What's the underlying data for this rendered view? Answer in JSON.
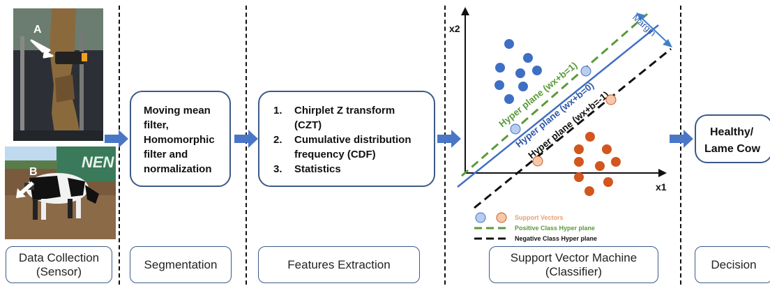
{
  "photos": {
    "top_label": "A",
    "bottom_label": "B",
    "sign_text": "NEN"
  },
  "segmentation_box": {
    "lines": [
      "Moving mean",
      "filter,",
      "Homomorphic",
      "filter and",
      "normalization"
    ]
  },
  "features_box": {
    "items": [
      {
        "num": "1.",
        "lines": [
          "Chirplet Z transform",
          "(CZT)"
        ]
      },
      {
        "num": "2.",
        "lines": [
          "Cumulative distribution",
          "frequency (CDF)"
        ]
      },
      {
        "num": "3.",
        "lines": [
          "Statistics"
        ]
      }
    ]
  },
  "svm_plot": {
    "x_axis_label": "x1",
    "y_axis_label": "x2",
    "margin_label": "Margin",
    "positive_plane_label": "Hyper plane (wx+b=1)",
    "center_plane_label": "Hyper plane (wx+b=0)",
    "negative_plane_label": "Hyper plane (wx+b=-1)",
    "legend": {
      "support_vectors": "Support Vectors",
      "positive": "Positive Class Hyper plane",
      "negative": "Negative Class Hyper plane"
    },
    "colors": {
      "positive_class": "#3f6fc4",
      "negative_class": "#d2561e",
      "support_blue": "#b8cdef",
      "support_orange": "#f4c8aa",
      "positive_plane": "#5a9a3a",
      "center_plane": "#3f6fc4",
      "negative_plane": "#111111",
      "margin_arrow": "#3f7fc8"
    }
  },
  "decision_box": {
    "lines": [
      "Healthy/",
      "Lame Cow"
    ]
  },
  "stages": {
    "data_collection": [
      "Data Collection",
      "(Sensor)"
    ],
    "segmentation": "Segmentation",
    "features_extraction": "Features Extraction",
    "svm": [
      "Support Vector Machine",
      "(Classifier)"
    ],
    "decision": "Decision"
  },
  "colors": {
    "box_border": "#3b5a86",
    "flow_arrow": "#4a76c6"
  }
}
